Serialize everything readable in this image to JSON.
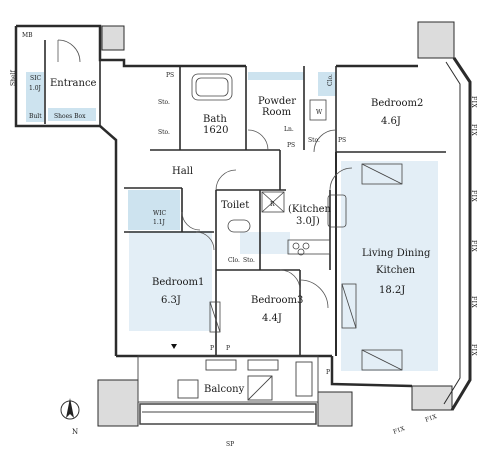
{
  "colors": {
    "room_fill": "#e3eef6",
    "closet_fill": "#cde3ef",
    "wall": "#2b2b2b",
    "line": "#444444",
    "column": "#dcdcdc"
  },
  "rooms": {
    "mb": "MB",
    "shelf": "Shelf",
    "sic": "SIC",
    "sic_size": "1.0J",
    "entrance": "Entrance",
    "bult": "Bult",
    "shoes_box": "Shoes Box",
    "ps1": "PS",
    "sto1": "Sto.",
    "sto2": "Sto.",
    "bath": "Bath",
    "bath_size": "1620",
    "powder": "Powder",
    "room": "Room",
    "ln": "Ln.",
    "w_mark": "W",
    "ps2": "PS",
    "sto3": "Sto.",
    "ps3": "PS",
    "clo1": "Clo.",
    "bedroom2": "Bedroom2",
    "bedroom2_size": "4.6J",
    "hall": "Hall",
    "wic": "WIC",
    "wic_size": "1.1J",
    "toilet": "Toilet",
    "r_mark": "R",
    "kitchen": "(Kitchen",
    "kitchen_size": "3.0J)",
    "clo2": "Clo.",
    "sto4": "Sto.",
    "bedroom1": "Bedroom1",
    "bedroom1_size": "6.3J",
    "bedroom3": "Bedroom3",
    "bedroom3_size": "4.4J",
    "ldk1": "Living Dining",
    "ldk2": "Kitchen",
    "ldk_size": "18.2J",
    "p1": "P",
    "p2": "P",
    "p3": "P",
    "balcony": "Balcony",
    "spare": "SP",
    "north": "N",
    "fix": "FIX"
  }
}
